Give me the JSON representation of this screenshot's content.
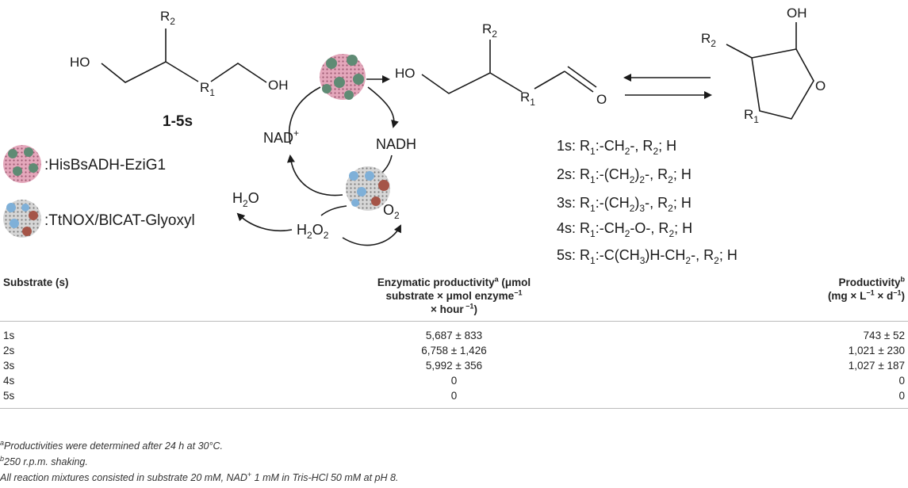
{
  "scheme": {
    "substrate_label": "1-5s",
    "ho_left": "HO",
    "oh_left": "OH",
    "r1": "R",
    "r2": "R",
    "sub1": "1",
    "sub2": "2",
    "ho_product": "HO",
    "o_aldehyde": "O",
    "oh_lactol": "OH",
    "o_lactol": "O",
    "nad_plus": "NAD",
    "plus_sign": "+",
    "nadh": "NADH",
    "h2o": "H",
    "h2o_tail": "O",
    "two": "2",
    "h2o2": "H",
    "h2o2_mid": "O",
    "o2": "O",
    "legend_adh": ":HisBsADH-EziG1",
    "legend_nox": ":TtNOX/BlCAT-Glyoxyl",
    "substrates": [
      {
        "id": "1s",
        "r1": "-CH",
        "r1_sub": "2",
        "r1_tail": "-",
        "r2": "H"
      },
      {
        "id": "2s",
        "r1": "-(CH",
        "r1_sub": "2",
        "r1_tail": ")",
        "r1_sub2": "2",
        "r1_end": "-",
        "r2": "H"
      },
      {
        "id": "3s",
        "r1": "-(CH",
        "r1_sub": "2",
        "r1_tail": ")",
        "r1_sub2": "3",
        "r1_end": "-",
        "r2": "H"
      },
      {
        "id": "4s",
        "r1": "-CH",
        "r1_sub": "2",
        "r1_tail": "-O-",
        "r2": "H"
      },
      {
        "id": "5s",
        "r1": "-C(CH",
        "r1_sub": "3",
        "r1_tail": ")H-CH",
        "r1_sub2": "2",
        "r1_end": "-",
        "r2": "H"
      }
    ]
  },
  "table": {
    "headers": {
      "col1": "Substrate (s)",
      "col2_a": "Enzymatic productivity",
      "col2_sup": "a",
      "col2_b": " (μmol",
      "col2_c": "substrate × μmol enzyme",
      "col2_c_sup": "−1",
      "col2_d": "× hour",
      "col2_d_sup": " −1",
      "col2_e": ")",
      "col3_a": "Productivity",
      "col3_sup": "b",
      "col3_b": "(mg × L",
      "col3_b_sup1": "−1",
      "col3_b_mid": " × d",
      "col3_b_sup2": "−1",
      "col3_b_end": ")"
    },
    "rows": [
      {
        "substrate": "1s",
        "enzymatic": "5,687 ± 833",
        "productivity": "743 ± 52"
      },
      {
        "substrate": "2s",
        "enzymatic": "6,758 ± 1,426",
        "productivity": "1,021 ± 230"
      },
      {
        "substrate": "3s",
        "enzymatic": "5,992 ± 356",
        "productivity": "1,027 ± 187"
      },
      {
        "substrate": "4s",
        "enzymatic": "0",
        "productivity": "0"
      },
      {
        "substrate": "5s",
        "enzymatic": "0",
        "productivity": "0"
      }
    ]
  },
  "footnotes": {
    "a_mark": "a",
    "a_text": "Productivities were determined after 24 h at 30°C.",
    "b_mark": "b",
    "b_text": "250 r.p.m. shaking.",
    "c_text_1": "All reaction mixtures consisted in substrate 20 mM, NAD",
    "c_text_sup": "+",
    "c_text_2": " 1 mM in Tris-HCl 50 mM at pH 8."
  }
}
